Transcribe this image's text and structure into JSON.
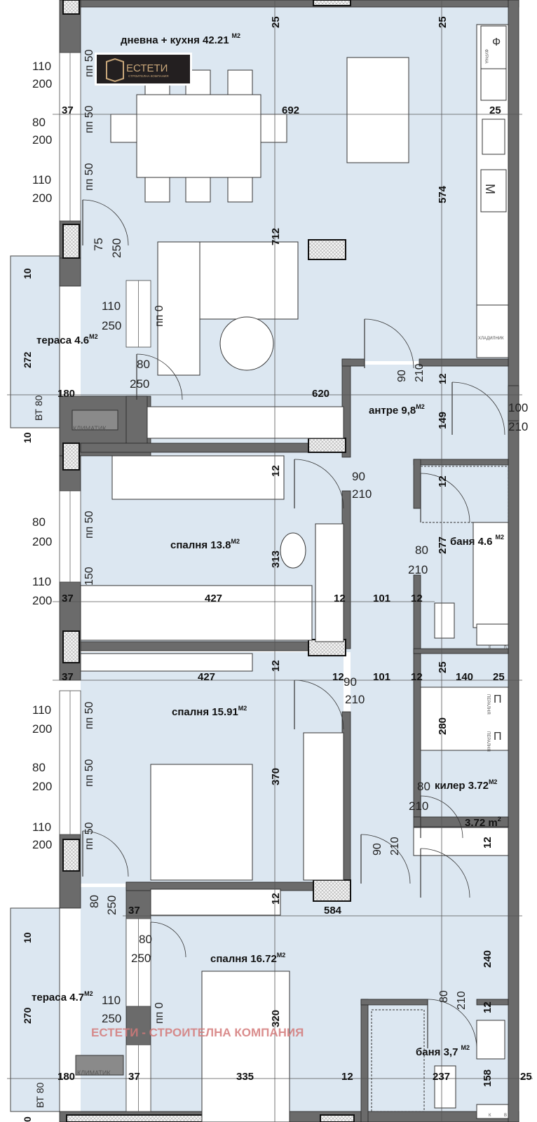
{
  "colors": {
    "room_fill": "#dce7f1",
    "wall": "#6b6b6b",
    "watermark": "#d47a7a",
    "logo_bg": "#231f20",
    "logo_gold": "#c9a77a"
  },
  "logo": {
    "name": "ЕСТЕТИ",
    "tagline": "СТРОИТЕЛНА КОМПАНИЯ"
  },
  "watermark": "ЕСТЕТИ - СТРОИТЕЛНА КОМПАНИЯ",
  "area_unit": "М2",
  "rooms": [
    {
      "name": "дневна + кухня 42.21"
    },
    {
      "name": "тераса 4.6"
    },
    {
      "name": "антре 9,8"
    },
    {
      "name": "спалня 13.8"
    },
    {
      "name": "баня 4.6"
    },
    {
      "name": "спалня 15.91"
    },
    {
      "name": "килер 3.72"
    },
    {
      "name": "спалня 16.72"
    },
    {
      "name": "тераса 4.7"
    },
    {
      "name": "баня 3,7"
    }
  ],
  "extra_area": {
    "value": "3.72 m",
    "sup": "2"
  },
  "fixtures": {
    "aircon": "КЛИМАТИК",
    "oven": "ФУРНА",
    "oven_symbol": "Ф",
    "fridge": "ХЛАДИЛНИК",
    "dishwasher_symbol": "M",
    "washer": "ПЕРАЛНЯ",
    "washer_symbol": "П",
    "boiler_k": "К",
    "boiler_b": "В"
  },
  "dims": [
    "25",
    "25",
    "692",
    "25",
    "37",
    "574",
    "712",
    "110",
    "200",
    "80",
    "200",
    "110",
    "200",
    "пп 50",
    "пп 50",
    "пп 50",
    "75",
    "250",
    "110",
    "250",
    "пп 0",
    "80",
    "250",
    "10",
    "272",
    "90",
    "210",
    "12",
    "180",
    "620",
    "ВТ 80",
    "149",
    "100",
    "210",
    "10",
    "12",
    "90",
    "210",
    "12",
    "80",
    "200",
    "пп 50",
    "313",
    "277",
    "80",
    "210",
    "110",
    "200",
    "150",
    "37",
    "427",
    "12",
    "101",
    "12",
    "12",
    "37",
    "427",
    "12",
    "90",
    "210",
    "101",
    "12",
    "140",
    "25",
    "25",
    "280",
    "110",
    "200",
    "пп 50",
    "370",
    "80",
    "200",
    "пп 50",
    "110",
    "200",
    "пп 50",
    "80",
    "210",
    "90",
    "210",
    "12",
    "80",
    "250",
    "37",
    "584",
    "12",
    "10",
    "80",
    "250",
    "240",
    "80",
    "210",
    "270",
    "110",
    "250",
    "пп 0",
    "12",
    "320",
    "158",
    "180",
    "37",
    "335",
    "12",
    "237",
    "25",
    "ВТ 80",
    "0"
  ]
}
